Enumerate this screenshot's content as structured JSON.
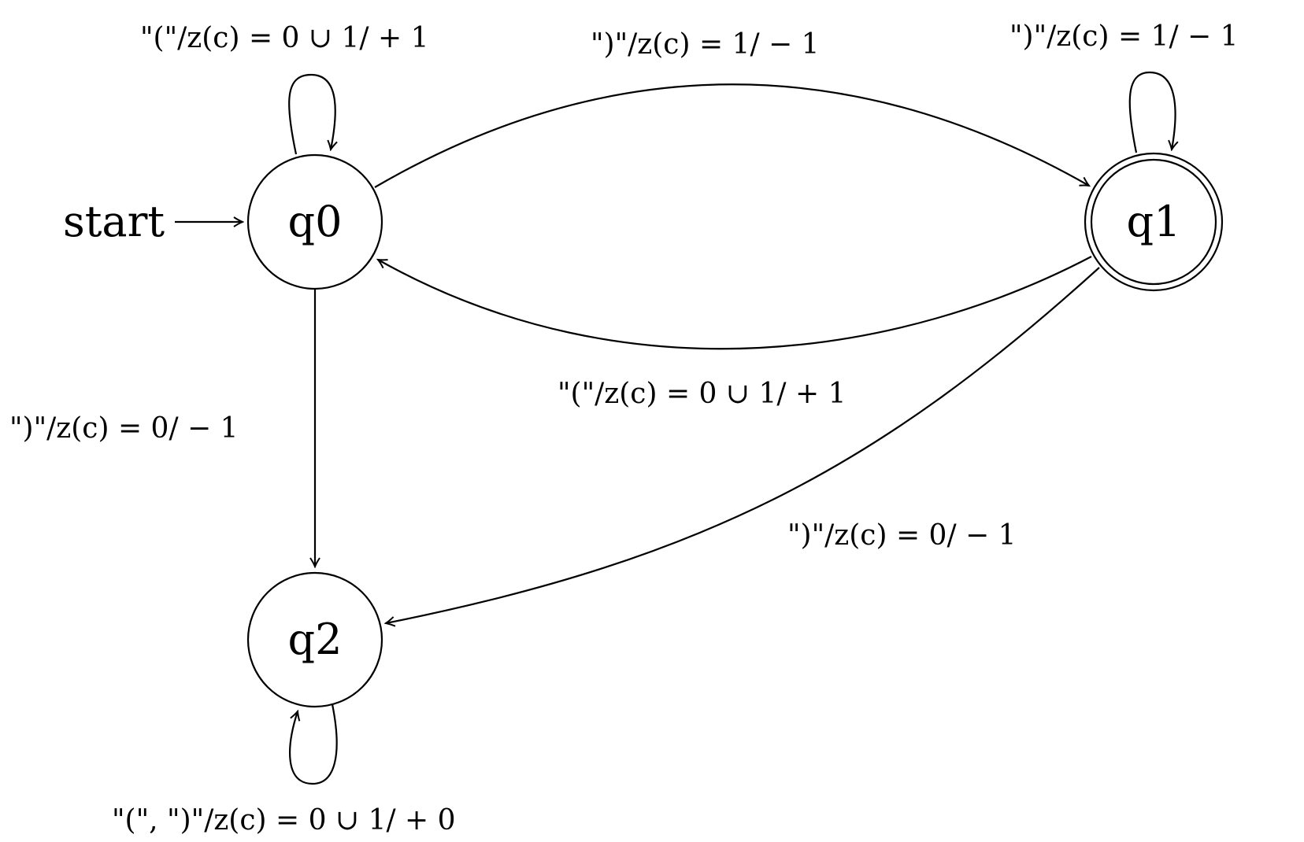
{
  "diagram": {
    "start_label": "start",
    "states": [
      {
        "id": "q0",
        "label": "q0",
        "accepting": false,
        "initial": true
      },
      {
        "id": "q1",
        "label": "q1",
        "accepting": true,
        "initial": false
      },
      {
        "id": "q2",
        "label": "q2",
        "accepting": false,
        "initial": false
      }
    ],
    "transitions": [
      {
        "from": "q0",
        "to": "q0",
        "label": "\"(\"/z(c) = 0 ∪ 1/ + 1"
      },
      {
        "from": "q0",
        "to": "q1",
        "label": "\")\"/z(c) = 1/ − 1"
      },
      {
        "from": "q1",
        "to": "q1",
        "label": "\")\"/z(c) = 1/ − 1"
      },
      {
        "from": "q1",
        "to": "q0",
        "label": "\"(\"/z(c) = 0 ∪ 1/ + 1"
      },
      {
        "from": "q0",
        "to": "q2",
        "label": "\")\"/z(c) = 0/ − 1"
      },
      {
        "from": "q1",
        "to": "q2",
        "label": "\")\"/z(c) = 0/ − 1"
      },
      {
        "from": "q2",
        "to": "q2",
        "label": "\"(\", \")\"/z(c) = 0 ∪ 1/ + 0"
      }
    ]
  }
}
